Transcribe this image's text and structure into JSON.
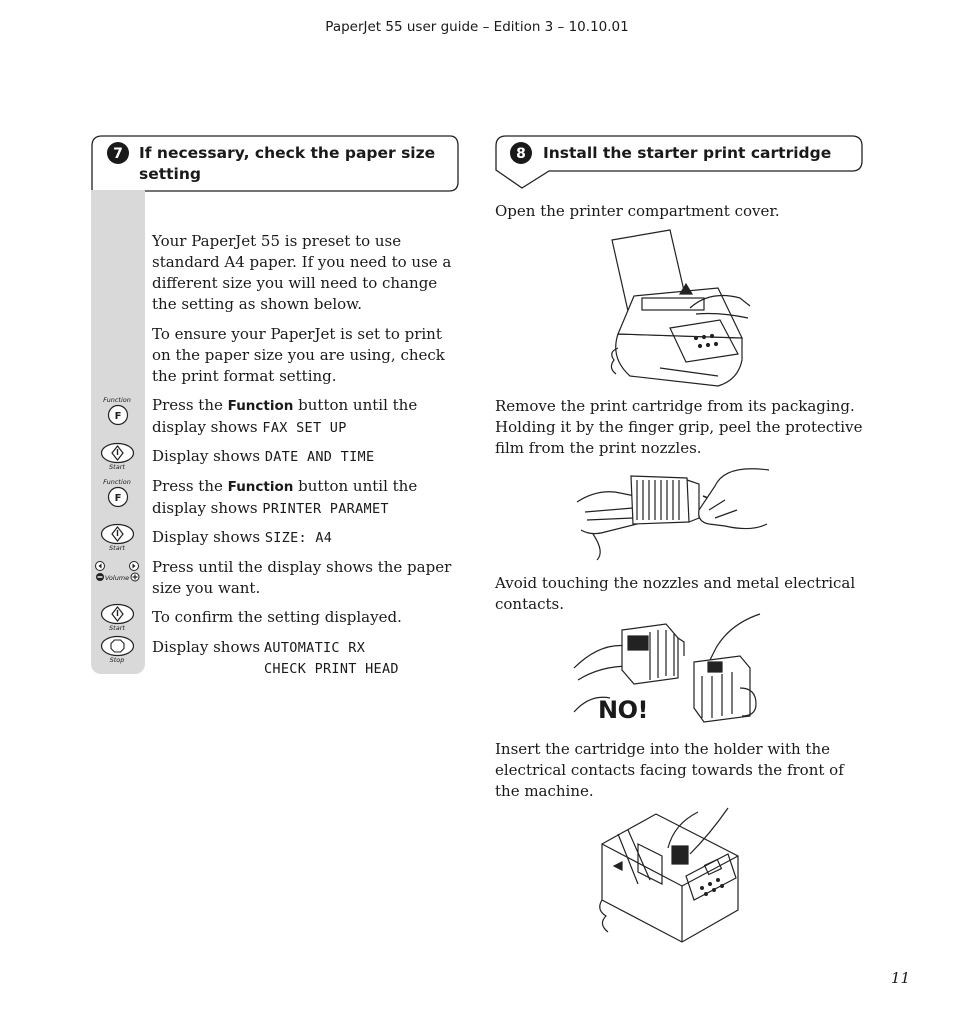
{
  "header": "PaperJet 55 user guide – Edition 3 – 10.10.01",
  "page_number": "11",
  "step7": {
    "number": "7",
    "title": "If necessary, check the paper size setting",
    "intro1": "Your PaperJet 55 is preset to use standard A4 paper. If you need to use a different size you will need to change the setting as shown below.",
    "intro2": "To ensure your PaperJet is set to print on the paper size you are using, check the print format setting.",
    "rows": [
      {
        "pre": "Press the ",
        "kw": "Function",
        "post": " button until the display shows ",
        "code": "FAX SET UP"
      },
      {
        "pre": "Display shows ",
        "code": "DATE AND TIME"
      },
      {
        "pre": "Press the ",
        "kw": "Function",
        "post": " button until the display shows ",
        "code": "PRINTER PARAMET"
      },
      {
        "pre": "Display shows ",
        "code": "SIZE: A4"
      },
      {
        "text": "Press until the display shows the paper size you want."
      },
      {
        "text": "To confirm the setting displayed."
      },
      {
        "pre": "Display shows ",
        "code": "AUTOMATIC RX",
        "code2": "CHECK PRINT HEAD"
      }
    ],
    "button_labels": {
      "function": "Function",
      "function_key": "F",
      "start": "Start",
      "volume": "Volume",
      "stop": "Stop"
    }
  },
  "step8": {
    "number": "8",
    "title": "Install the starter print cartridge",
    "p1": "Open the printer compartment cover.",
    "p2": "Remove the print cartridge from its packaging. Holding it by the finger grip, peel the protective film from the print nozzles.",
    "p3": "Avoid touching the nozzles and metal electrical contacts.",
    "no_label": "NO!",
    "p4": "Insert the cartridge into the holder with the electrical contacts facing towards the front of the machine."
  }
}
